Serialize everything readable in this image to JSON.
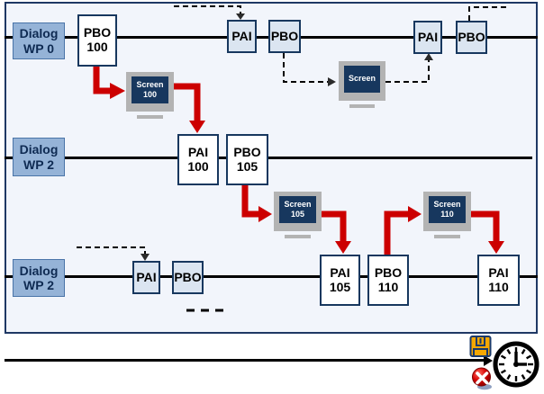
{
  "rows": {
    "wp0": "Dialog\nWP 0",
    "wp2a": "Dialog\nWP 2",
    "wp2b": "Dialog\nWP 2"
  },
  "boxes": {
    "pbo100": "PBO\n100",
    "pai_top1": "PAI",
    "pbo_top1": "PBO",
    "pai_top2": "PAI",
    "pbo_top2": "PBO",
    "pai100": "PAI\n100",
    "pbo105": "PBO\n105",
    "pai_bot": "PAI",
    "pbo_bot": "PBO",
    "pai105": "PAI\n105",
    "pbo110": "PBO\n110",
    "pai110": "PAI\n110"
  },
  "screens": {
    "screen100": "Screen\n100",
    "screen_plain": "Screen",
    "screen105": "Screen\n105",
    "screen110": "Screen\n110"
  },
  "icons": {
    "save": "save-icon",
    "cancel": "cancel-icon",
    "clock": "clock-icon"
  },
  "colors": {
    "frame_border": "#1f3864",
    "box_border": "#17375e",
    "box_fill_small": "#dbe5f1",
    "wp_label_fill": "#95b3d7",
    "screen_fill": "#17375e",
    "monitor_gray": "#b3b3b3",
    "arrow_red": "#cc0000",
    "timeline_black": "#000000",
    "diagram_bg": "#f2f5fb",
    "floppy_yellow": "#f6a800",
    "cancel_red": "#d40000"
  }
}
